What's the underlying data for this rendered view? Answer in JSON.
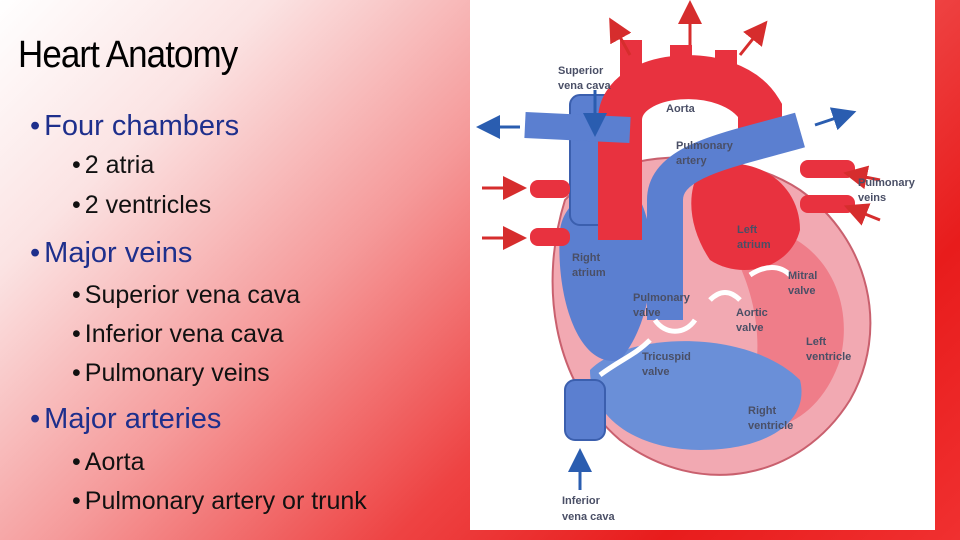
{
  "title": "Heart Anatomy",
  "sections": [
    {
      "heading": "Four chambers",
      "items": [
        "2 atria",
        "2 ventricles"
      ]
    },
    {
      "heading": "Major veins",
      "items": [
        "Superior vena cava",
        "Inferior vena cava",
        "Pulmonary veins"
      ]
    },
    {
      "heading": "Major arteries",
      "items": [
        "Aorta",
        "Pulmonary artery or trunk"
      ]
    }
  ],
  "bullet_char": "•",
  "diagram": {
    "labels": {
      "superior_vena_cava": [
        "Superior",
        "vena cava"
      ],
      "aorta": "Aorta",
      "pulmonary_artery": [
        "Pulmonary",
        "artery"
      ],
      "pulmonary_veins": [
        "Pulmonary",
        "veins"
      ],
      "left_atrium": [
        "Left",
        "atrium"
      ],
      "right_atrium": [
        "Right",
        "atrium"
      ],
      "mitral_valve": [
        "Mitral",
        "valve"
      ],
      "pulmonary_valve": [
        "Pulmonary",
        "valve"
      ],
      "aortic_valve": [
        "Aortic",
        "valve"
      ],
      "left_ventricle": [
        "Left",
        "ventricle"
      ],
      "tricuspid_valve": [
        "Tricuspid",
        "valve"
      ],
      "right_ventricle": [
        "Right",
        "ventricle"
      ],
      "inferior_vena_cava": [
        "Inferior",
        "vena cava"
      ]
    },
    "colors": {
      "oxygenated": "#e8323f",
      "deoxygenated": "#5b7fd0",
      "wall": "#f2a9b2",
      "arrow_blue": "#2a5db0",
      "arrow_red": "#d62d2d"
    }
  }
}
